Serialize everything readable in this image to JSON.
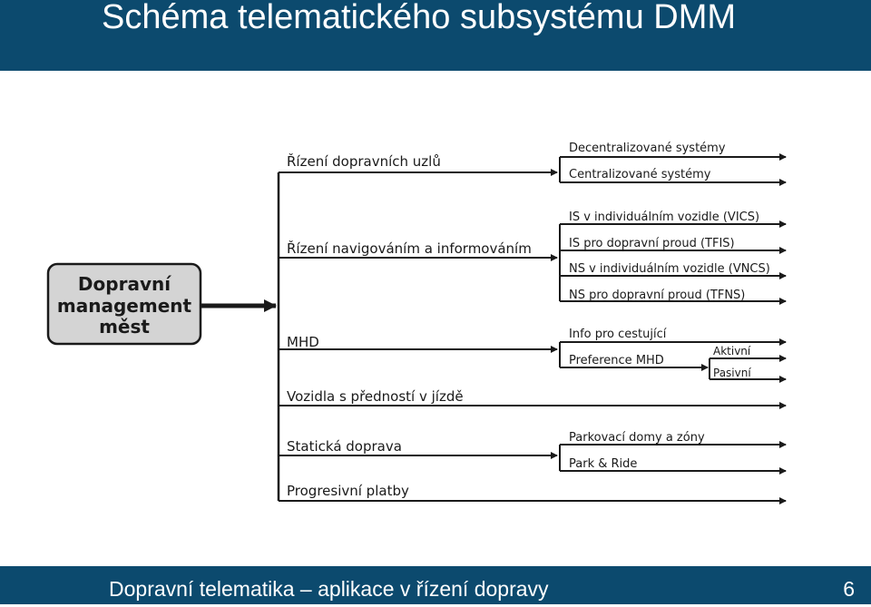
{
  "slide": {
    "title": "Schéma telematického subsystému DMM",
    "footer": "Dopravní telematika – aplikace v řízení dopravy",
    "page_number": "6"
  },
  "colors": {
    "bar_background": "#0c4a6e",
    "bar_text": "#ffffff",
    "diagram_line": "#1a1a1a",
    "box_fill": "#d4d4d4"
  },
  "diagram": {
    "root": {
      "lines": [
        "Dopravní",
        "management",
        "měst"
      ]
    },
    "branches": [
      {
        "label": "Řízení dopravních uzlů",
        "children": [
          {
            "label": "Decentralizované systémy"
          },
          {
            "label": "Centralizované systémy"
          }
        ]
      },
      {
        "label": "Řízení navigováním a informováním",
        "children": [
          {
            "label": "IS v individuálním vozidle (VICS)"
          },
          {
            "label": "IS pro dopravní proud (TFIS)"
          },
          {
            "label": "NS v individuálním vozidle (VNCS)"
          },
          {
            "label": "NS pro dopravní proud (TFNS)"
          }
        ]
      },
      {
        "label": "MHD",
        "children": [
          {
            "label": "Info pro cestující"
          },
          {
            "label": "Preference MHD",
            "children": [
              {
                "label": "Aktivní"
              },
              {
                "label": "Pasivní"
              }
            ]
          }
        ]
      },
      {
        "label": "Vozidla s předností v jízdě",
        "children": []
      },
      {
        "label": "Statická doprava",
        "children": [
          {
            "label": "Parkovací domy a zóny"
          },
          {
            "label": "Park & Ride"
          }
        ]
      },
      {
        "label": "Progresivní platby",
        "children": []
      }
    ]
  }
}
